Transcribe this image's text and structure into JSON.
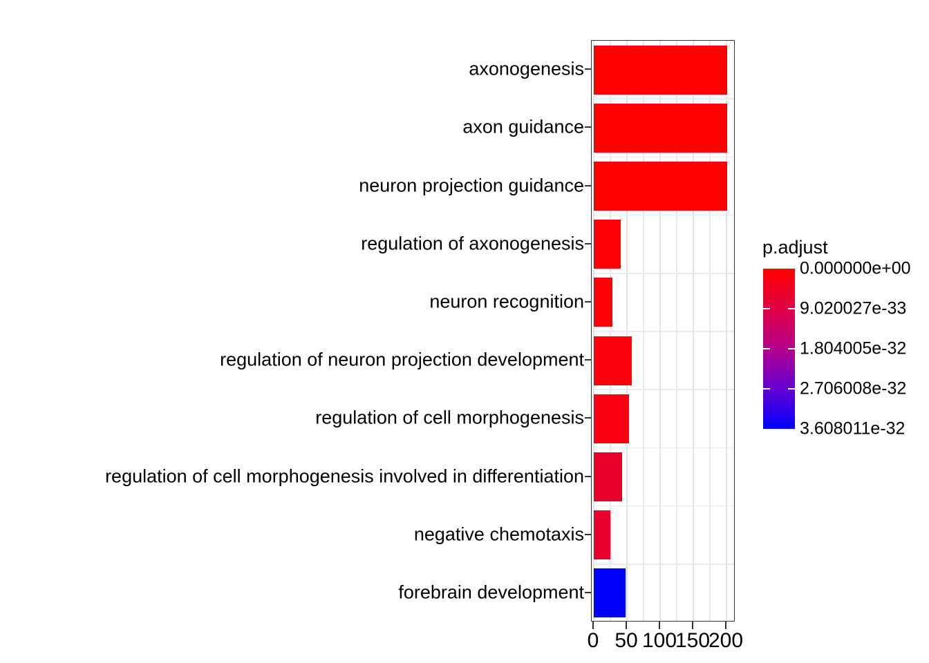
{
  "chart_data": {
    "type": "bar",
    "orientation": "horizontal",
    "title": "",
    "xlabel": "",
    "ylabel": "",
    "xlim": [
      0,
      215
    ],
    "grid": true,
    "legend_position": "right",
    "categories": [
      "axonogenesis",
      "axon guidance",
      "neuron projection guidance",
      "regulation of axonogenesis",
      "neuron recognition",
      "regulation of neuron projection development",
      "regulation of cell morphogenesis",
      "regulation of cell morphogenesis involved in differentiation",
      "negative chemotaxis",
      "forebrain development"
    ],
    "values": [
      201,
      201,
      201,
      41,
      28,
      57,
      53,
      43,
      25,
      48
    ],
    "bar_colors": [
      "#ff0000",
      "#ff0000",
      "#ff0000",
      "#fd0006",
      "#fd0006",
      "#fb000e",
      "#fa0012",
      "#e90029",
      "#e8002c",
      "#0000ff"
    ],
    "xticks": [
      0,
      50,
      100,
      150,
      200
    ],
    "xtick_labels": [
      "0",
      "50",
      "100",
      "150",
      "200"
    ],
    "colorbar": {
      "title": "p.adjust",
      "labels": [
        "0.000000e+00",
        "9.020027e-33",
        "1.804005e-32",
        "2.706008e-32",
        "3.608011e-32"
      ],
      "values": [
        0,
        9.020027e-33,
        1.804005e-32,
        2.706008e-32,
        3.608011e-32
      ],
      "color_high": "#ff0000",
      "color_low": "#0000ff"
    }
  }
}
